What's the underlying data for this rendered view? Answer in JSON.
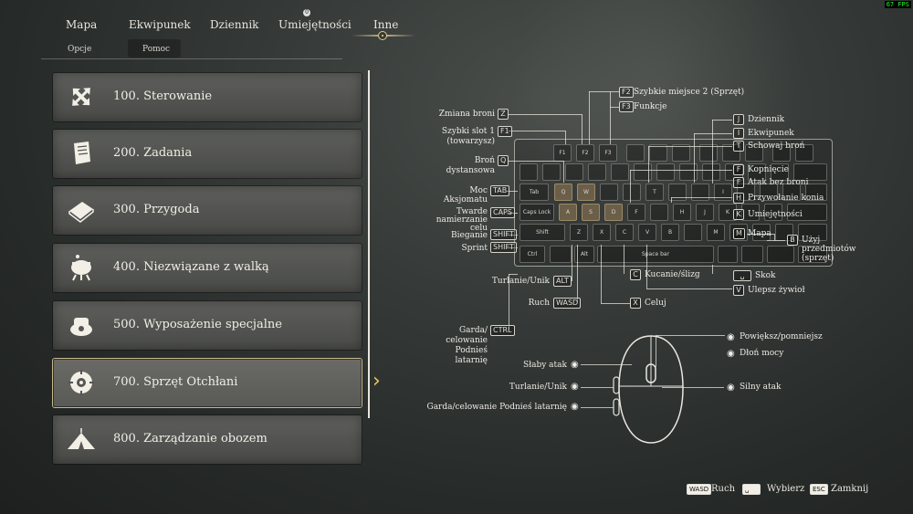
{
  "fps": "67 FPS",
  "tabs": [
    "Mapa",
    "Ekwipunek",
    "Dziennik",
    "Umiejętności",
    "Inne"
  ],
  "umiejetnosci_badge": "0",
  "subtabs": [
    "Opcje",
    "Pomoc"
  ],
  "menu": [
    {
      "label": "100.  Sterowanie",
      "icon": "move-arrows-icon"
    },
    {
      "label": "200.  Zadania",
      "icon": "scroll-icon"
    },
    {
      "label": "300.  Przygoda",
      "icon": "book-icon"
    },
    {
      "label": "400.  Niezwiązane z walką",
      "icon": "cauldron-icon"
    },
    {
      "label": "500.  Wyposażenie specjalne",
      "icon": "device-icon"
    },
    {
      "label": "700.  Sprzęt Otchłani",
      "icon": "abyss-gear-icon"
    },
    {
      "label": "800.  Zarządzanie obozem",
      "icon": "tent-icon"
    }
  ],
  "selected_index": 5,
  "keyboard_labels_left": [
    {
      "text": "Zmiana broni",
      "key": "Z"
    },
    {
      "text": "Szybki slot 1\n(towarzysz)",
      "key": "F1"
    },
    {
      "text": "Broń\ndystansowa",
      "key": "Q"
    },
    {
      "text": "Moc\nAksjomatu",
      "key": "TAB"
    },
    {
      "text": "Twarde\nnamierzanie\ncelu",
      "key": "CAPS"
    },
    {
      "text": "Bieganie",
      "key": "SHIFT"
    },
    {
      "text": "Sprint",
      "key": "SHIFT"
    },
    {
      "text": "Turlanie/Unik",
      "key": "ALT"
    },
    {
      "text": "Ruch",
      "key": "WASD"
    },
    {
      "text": "Garda/\ncelowanie\nPodnieś\nlatarnię",
      "key": "CTRL"
    }
  ],
  "keyboard_labels_right": [
    {
      "text": "Szybkie miejsce 2 (Sprzęt)",
      "key": "F2"
    },
    {
      "text": "Funkcje",
      "key": "F3"
    },
    {
      "text": "Dziennik",
      "key": "J"
    },
    {
      "text": "Ekwipunek",
      "key": "I"
    },
    {
      "text": "Schowaj broń",
      "key": "T"
    },
    {
      "text": "Kopnięcie",
      "key": "F"
    },
    {
      "text": "Atak bez broni",
      "key": "F"
    },
    {
      "text": "Przywołanie konia",
      "key": "H"
    },
    {
      "text": "Umiejętności",
      "key": "K"
    },
    {
      "text": "Mapa",
      "key": "M"
    },
    {
      "text": "Użyj\nprzedmiotów\n(sprzęt)",
      "key": "B"
    },
    {
      "text": "Skok",
      "key": "␣"
    },
    {
      "text": "Ulepsz żywioł",
      "key": "V"
    },
    {
      "text": "Kucanie/ślizg",
      "key": "C"
    },
    {
      "text": "Celuj",
      "key": "X"
    }
  ],
  "mouse_labels": [
    {
      "text": "Powiększ/pomniejsz"
    },
    {
      "text": "Dłoń mocy"
    },
    {
      "text": "Słaby atak"
    },
    {
      "text": "Turlanie/Unik"
    },
    {
      "text": "Silny atak"
    },
    {
      "text": "Garda/celowanie  Podnieś latarnię"
    }
  ],
  "footer": [
    {
      "key": "WASD",
      "label": "Ruch"
    },
    {
      "key": "␣",
      "label": "Wybierz"
    },
    {
      "key": "ESC",
      "label": "Zamknij"
    }
  ],
  "keys": {
    "f1": "F1",
    "f2": "F2",
    "f3": "F3",
    "q": "Q",
    "w": "W",
    "t": "T",
    "i": "I",
    "tab": "Tab",
    "caps": "Caps Lock",
    "a": "A",
    "s": "S",
    "d": "D",
    "f": "F",
    "h": "H",
    "j": "J",
    "k": "K",
    "shift": "Shift",
    "z": "Z",
    "x": "X",
    "c": "C",
    "v": "V",
    "b": "B",
    "m": "M",
    "ctrl": "Ctrl",
    "alt": "Alt",
    "space": "Space bar"
  },
  "colors": {
    "accent": "#c9b98a",
    "arrow": "#e8c860",
    "highlight_key": "#6b5f4a"
  }
}
